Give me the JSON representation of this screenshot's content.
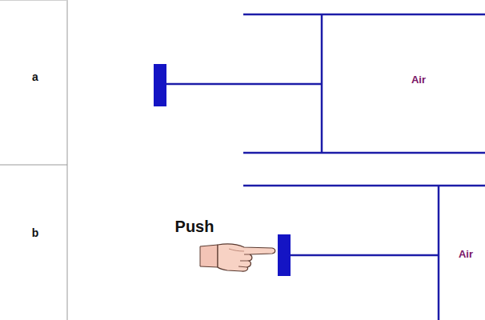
{
  "diagram": {
    "labels": [
      "a",
      "Air",
      "b",
      "Push",
      "Air"
    ]
  }
}
